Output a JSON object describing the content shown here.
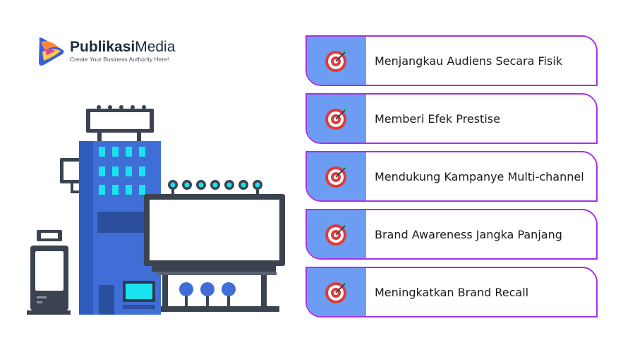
{
  "brand": {
    "name_bold": "Publikasi",
    "name_light": "Media",
    "tagline": "Create Your Business Authority Here!",
    "logo_icon": "publikasimedia-logo-icon"
  },
  "colors": {
    "accent_border": "#a433e6",
    "icon_bg": "#6d9df2",
    "building_blue": "#3f6fd6",
    "screen_dark": "#3c4350"
  },
  "illustration": {
    "icon": "city-billboard-illustration"
  },
  "benefits": [
    {
      "label": "Menjangkau Audiens Secara Fisik",
      "icon": "target-dart-icon"
    },
    {
      "label": "Memberi Efek Prestise",
      "icon": "target-dart-icon"
    },
    {
      "label": "Mendukung Kampanye Multi-channel",
      "icon": "target-dart-icon"
    },
    {
      "label": "Brand Awareness Jangka Panjang",
      "icon": "target-dart-icon"
    },
    {
      "label": "Meningkatkan Brand Recall",
      "icon": "target-dart-icon"
    }
  ]
}
